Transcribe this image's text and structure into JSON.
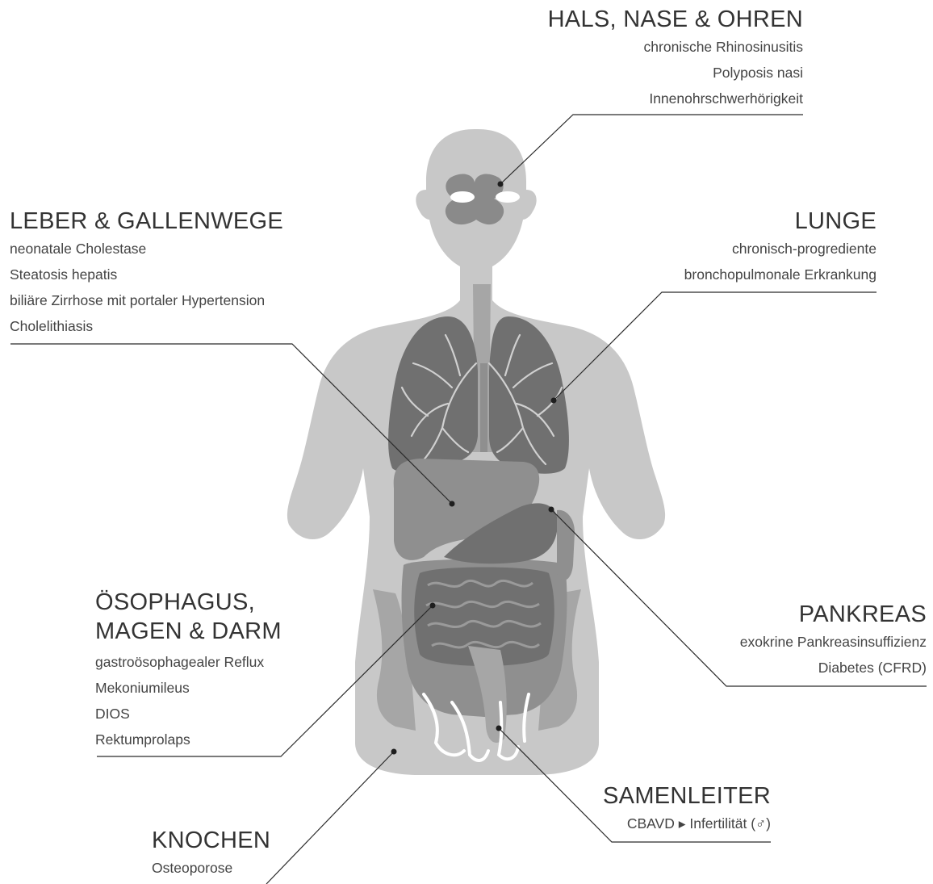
{
  "colors": {
    "body": "#c8c8c8",
    "organ_light": "#a6a6a6",
    "organ_mid": "#8f8f8f",
    "organ_dark": "#707070",
    "line": "#2b2b2b"
  },
  "sections": {
    "hno": {
      "title": "HALS, NASE & OHREN",
      "items": [
        "chronische Rhinosinusitis",
        "Polyposis nasi",
        "Innenohrschwerhörigkeit"
      ]
    },
    "leber": {
      "title": "LEBER & GALLENWEGE",
      "items": [
        "neonatale Cholestase",
        "Steatosis hepatis",
        "biliäre Zirrhose mit portaler Hypertension",
        "Cholelithiasis"
      ]
    },
    "lunge": {
      "title": "LUNGE",
      "items": [
        "chronisch-progrediente",
        "bronchopulmonale Erkrankung"
      ]
    },
    "gi": {
      "title_line1": "ÖSOPHAGUS,",
      "title_line2": "MAGEN & DARM",
      "items": [
        "gastroösophagealer Reflux",
        "Mekoniumileus",
        "DIOS",
        "Rektumprolaps"
      ]
    },
    "pankreas": {
      "title": "PANKREAS",
      "items": [
        "exokrine Pankreasinsuffizienz",
        "Diabetes (CFRD)"
      ]
    },
    "samenleiter": {
      "title": "SAMENLEITER",
      "items": [
        "CBAVD ▸ Infertilität (♂)"
      ]
    },
    "knochen": {
      "title": "KNOCHEN",
      "items": [
        "Osteoporose"
      ]
    }
  }
}
